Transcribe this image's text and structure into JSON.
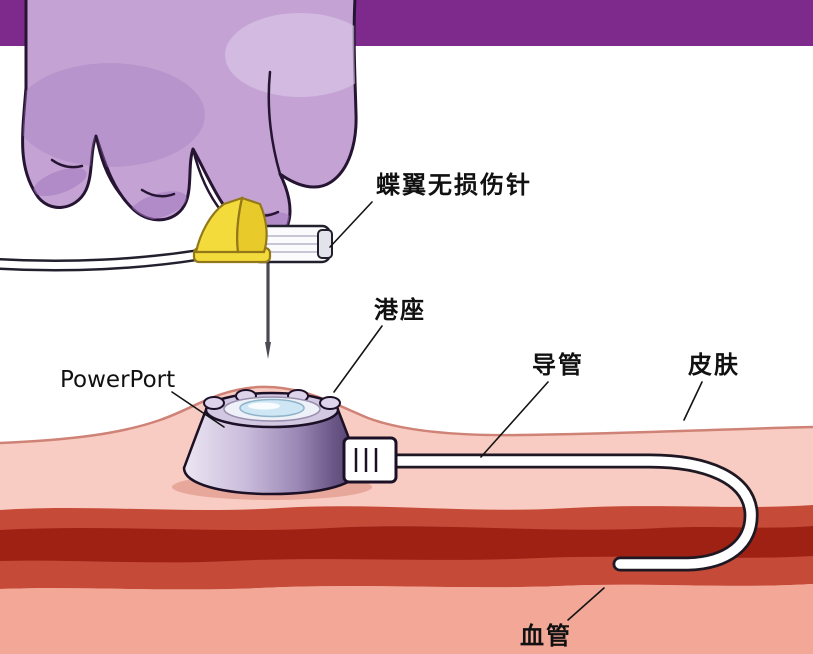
{
  "labels": {
    "needle": "蝶翼无损伤针",
    "port_seat": "港座",
    "catheter": "导管",
    "skin": "皮肤",
    "device_name": "PowerPort",
    "vessel": "血管"
  },
  "colors": {
    "header_purple": "#7d2a8c",
    "glove_light": "#c4a3d4",
    "glove_shadow": "#a379bd",
    "outline_dark": "#261433",
    "wing_yellow": "#f4db3c",
    "wing_yellow_dark": "#e8ca2a",
    "skin_light": "#f8ccc2",
    "skin_deep": "#f2a797",
    "vessel_red": "#c64a38",
    "vessel_core": "#9e2114",
    "surface_line": "#cf8276",
    "port_lavender": "#d3c8e2",
    "septum_blue": "#cfe7f5",
    "catheter_white": "#ffffff"
  }
}
